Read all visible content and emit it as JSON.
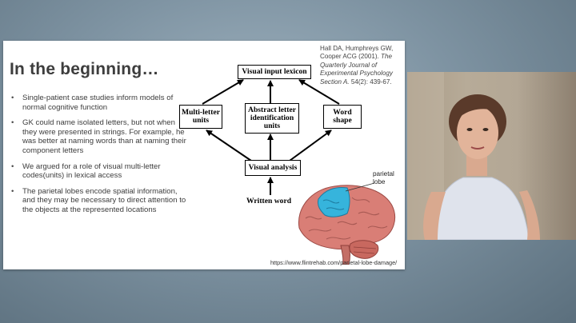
{
  "slide": {
    "title": "In the beginning…",
    "bullets": [
      "Single-patient case studies inform models of normal cognitive function",
      "GK could name isolated letters, but not when they were presented in strings. For example, he was better at naming words than at naming their component letters",
      "We argued for a role of visual multi-letter codes(units) in lexical access",
      "The parietal lobes encode spatial information, and they may be necessary to direct attention to the objects at the represented locations"
    ],
    "citation": {
      "authors": "Hall DA, Humphreys GW, Cooper ACG (2001).",
      "title": "The Quarterly Journal of Experimental Psychology Section A.",
      "details": "54(2): 439-67."
    },
    "diagram": {
      "top": "Visual input lexicon",
      "left": "Multi-letter units",
      "middle": "Abstract letter identification units",
      "right": "Word shape",
      "analysis": "Visual analysis",
      "input": "Written word"
    },
    "brain_caption": "parietal lobe",
    "url": "https://www.flintrehab.com/parietal-lobe-damage/"
  },
  "colors": {
    "background": "#7e93a2",
    "parietal": "#36b4dc",
    "brain": "#d97e76"
  }
}
